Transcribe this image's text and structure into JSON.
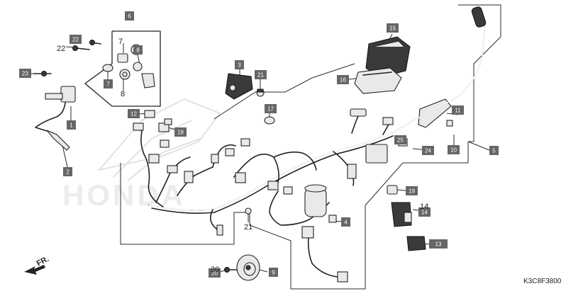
{
  "callouts": {
    "c1": "1",
    "c2": "2",
    "c3": "3",
    "c4": "4",
    "c5": "5",
    "c6": "6",
    "c7": "7",
    "c8": "8",
    "c9": "9",
    "c10": "10",
    "c11": "11",
    "c12": "12",
    "c13": "13",
    "c14": "14",
    "c15": "15",
    "c16": "16",
    "c17": "17",
    "c18": "18",
    "c19": "19",
    "c20": "20",
    "c21": "21",
    "c22": "22",
    "c23": "23",
    "c24": "24",
    "c25": "25"
  },
  "labels": {
    "l7": "7",
    "l8": "8",
    "l14": "14",
    "l20": "20",
    "l21": "21",
    "l22": "22"
  },
  "direction_label": "FR.",
  "diagram_code": "K3C8F3800",
  "colors": {
    "callout_bg": "#666666",
    "line": "#222222",
    "watermark": "#dcdcdc"
  }
}
